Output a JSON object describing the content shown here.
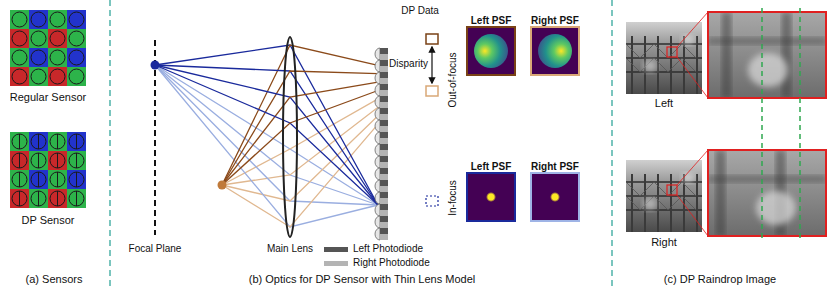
{
  "diagram": {
    "nodes": [
      {
        "text": [
          "Left PSF"
        ]
      },
      {
        "text": [
          "Right PSF"
        ]
      },
      {
        "text": [
          "Left PSF"
        ]
      },
      {
        "text": [
          "Right PSF"
        ]
      }
    ],
    "labels": [
      "Regular Sensor",
      "DP Sensor",
      "(a) Sensors",
      "Focal Plane",
      "Main Lens",
      "DP Data",
      "Disparity",
      "Out-of-focus",
      "In-focus",
      "(b) Optics for DP Sensor with Thin Lens Model",
      "Left",
      "Right",
      "(c) DP Raindrop Image"
    ],
    "legend": [
      {
        "text": "Left Photodiode",
        "color": "#555555"
      },
      {
        "text": "Right Photodiode",
        "color": "#b4b4b4"
      }
    ]
  }
}
